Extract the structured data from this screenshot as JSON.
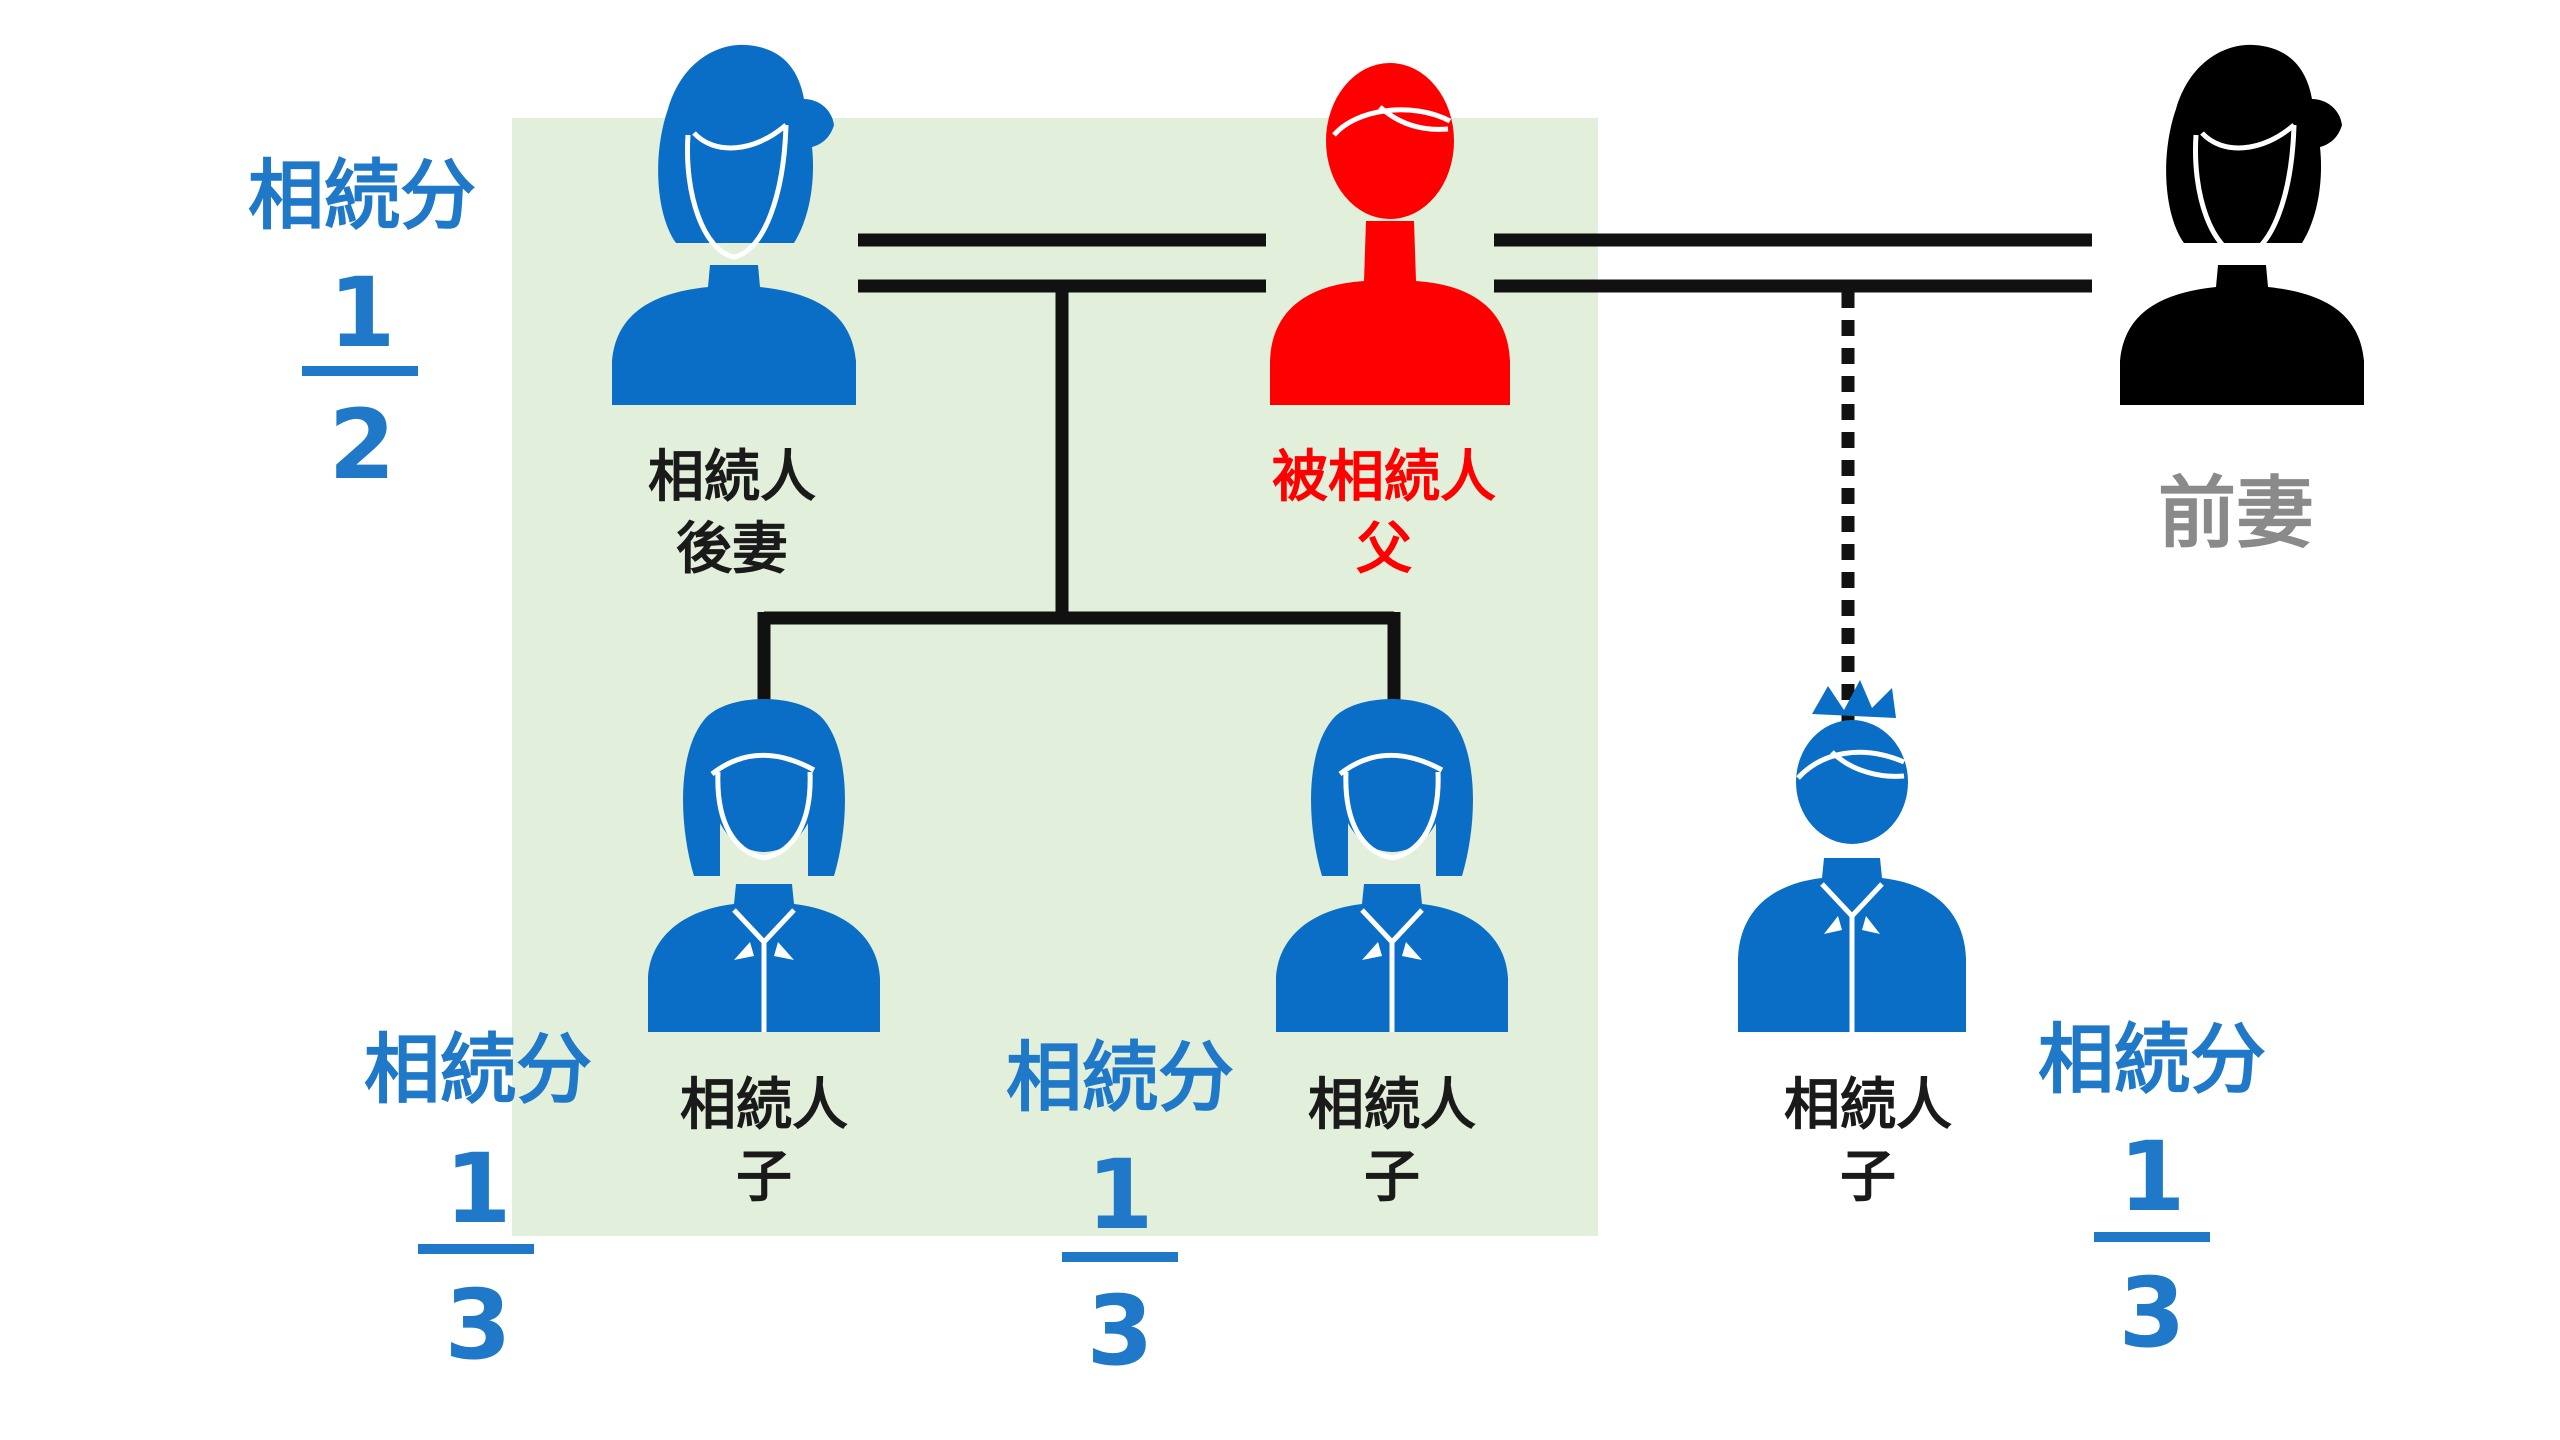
{
  "colors": {
    "heir": "#0a6ec6",
    "decedent": "#ff0000",
    "former_spouse": "#000000",
    "share_text": "#1f78c8",
    "highlight_box": "#e2efda",
    "lines": "#111111",
    "label_gray": "#8a8a8a"
  },
  "people": {
    "second_wife": {
      "icon": "woman-icon",
      "line1": "相続人",
      "line2": "後妻"
    },
    "decedent": {
      "icon": "man-icon",
      "line1": "被相続人",
      "line2": "父"
    },
    "former_wife": {
      "icon": "woman-icon",
      "line1": "前妻"
    },
    "child_1": {
      "icon": "girl-icon",
      "line1": "相続人",
      "line2": "子"
    },
    "child_2": {
      "icon": "girl-icon",
      "line1": "相続人",
      "line2": "子"
    },
    "child_3": {
      "icon": "boy-icon",
      "line1": "相続人",
      "line2": "子"
    }
  },
  "shares": {
    "second_wife": {
      "word": "相続分",
      "numerator": "1",
      "denominator": "2"
    },
    "child_1": {
      "word": "相続分",
      "numerator": "1",
      "denominator": "3"
    },
    "child_2": {
      "word": "相続分",
      "numerator": "1",
      "denominator": "3"
    },
    "child_3": {
      "word": "相続分",
      "numerator": "1",
      "denominator": "3"
    }
  }
}
